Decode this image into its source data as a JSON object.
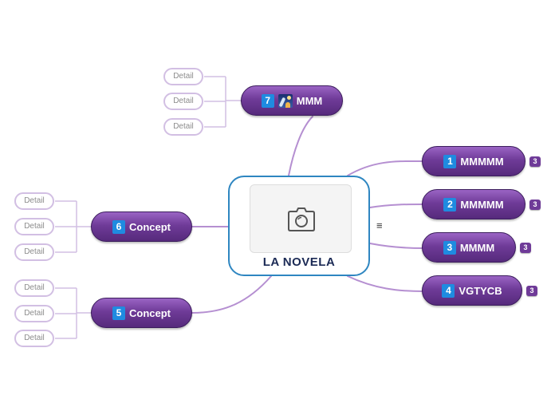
{
  "central": {
    "title": "LA NOVELA",
    "image_icon": "camera-icon",
    "has_notes": true
  },
  "topics": {
    "t1": {
      "number": "1",
      "label": "MMMMM",
      "badge": "3"
    },
    "t2": {
      "number": "2",
      "label": "MMMMM",
      "badge": "3"
    },
    "t3": {
      "number": "3",
      "label": "MMMM",
      "badge": "3"
    },
    "t4": {
      "number": "4",
      "label": "VGTYCB",
      "badge": "3"
    },
    "t5": {
      "number": "5",
      "label": "Concept",
      "details": [
        "Detail",
        "Detail",
        "Detail"
      ]
    },
    "t6": {
      "number": "6",
      "label": "Concept",
      "details": [
        "Detail",
        "Detail",
        "Detail"
      ]
    },
    "t7": {
      "number": "7",
      "label": "MMM",
      "icon": "night-scene-image-icon",
      "details": [
        "Detail",
        "Detail",
        "Detail"
      ]
    }
  },
  "colors": {
    "topic": "#6f3b98",
    "central_border": "#2e86c1",
    "link": "#b58fd1",
    "number_icon": "#1f8be0",
    "detail_border": "#d2bfe3"
  }
}
